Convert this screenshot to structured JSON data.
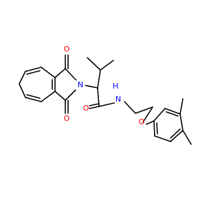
{
  "molecule": {
    "atoms": {
      "o_top": {
        "text": "O",
        "color": "#ff0000"
      },
      "n_ring": {
        "text": "N",
        "color": "#0000ff"
      },
      "o_bottom": {
        "text": "O",
        "color": "#ff0000"
      },
      "o_amide": {
        "text": "O",
        "color": "#ff0000"
      },
      "nh_amide": {
        "text": "N",
        "color": "#0000ff"
      },
      "h_amide": {
        "text": "H",
        "color": "#0000ff"
      },
      "o_ether": {
        "text": "O",
        "color": "#ff0000"
      }
    },
    "colors": {
      "bond": "#000000",
      "oxygen": "#ff0000",
      "nitrogen": "#0000ff",
      "background": "#ffffff"
    }
  }
}
